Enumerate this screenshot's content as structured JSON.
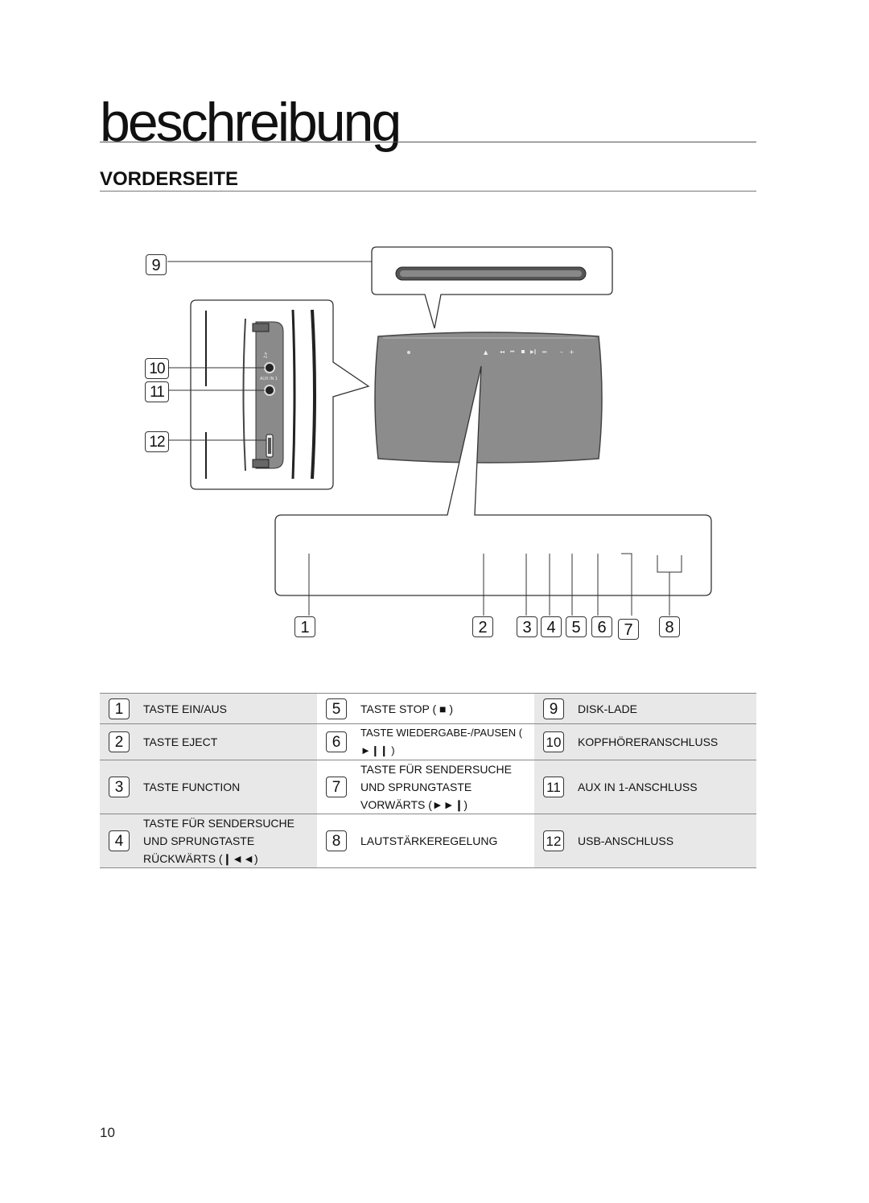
{
  "header": {
    "chapter_title": "beschreibung",
    "section_title": "VORDERSEITE"
  },
  "figure": {
    "callouts": [
      "1",
      "2",
      "3",
      "4",
      "5",
      "6",
      "7",
      "8",
      "9",
      "10",
      "11",
      "12"
    ],
    "side_panel_label": "AUX IN 1"
  },
  "legend": {
    "rows": [
      [
        {
          "num": "1",
          "label": "TASTE EIN/AUS"
        },
        {
          "num": "5",
          "label": "TASTE STOP ( ■ )"
        },
        {
          "num": "9",
          "label": "DISK-LADE"
        }
      ],
      [
        {
          "num": "2",
          "label": "TASTE EJECT"
        },
        {
          "num": "6",
          "label": "TASTE WIEDERGABE-/PAUSEN ( ►❙❙ )"
        },
        {
          "num": "10",
          "label": "KOPFHÖRERANSCHLUSS"
        }
      ],
      [
        {
          "num": "3",
          "label": "TASTE FUNCTION"
        },
        {
          "num": "7",
          "label": "TASTE FÜR SENDERSUCHE UND SPRUNGTASTE VORWÄRTS (►►❙)"
        },
        {
          "num": "11",
          "label": "AUX IN 1-ANSCHLUSS"
        }
      ],
      [
        {
          "num": "4",
          "label": "TASTE FÜR SENDERSUCHE UND SPRUNGTASTE RÜCKWÄRTS (❙◄◄)"
        },
        {
          "num": "8",
          "label": "LAUTSTÄRKEREGELUNG"
        },
        {
          "num": "12",
          "label": "USB-ANSCHLUSS"
        }
      ]
    ]
  },
  "footer": {
    "page_number": "10"
  }
}
